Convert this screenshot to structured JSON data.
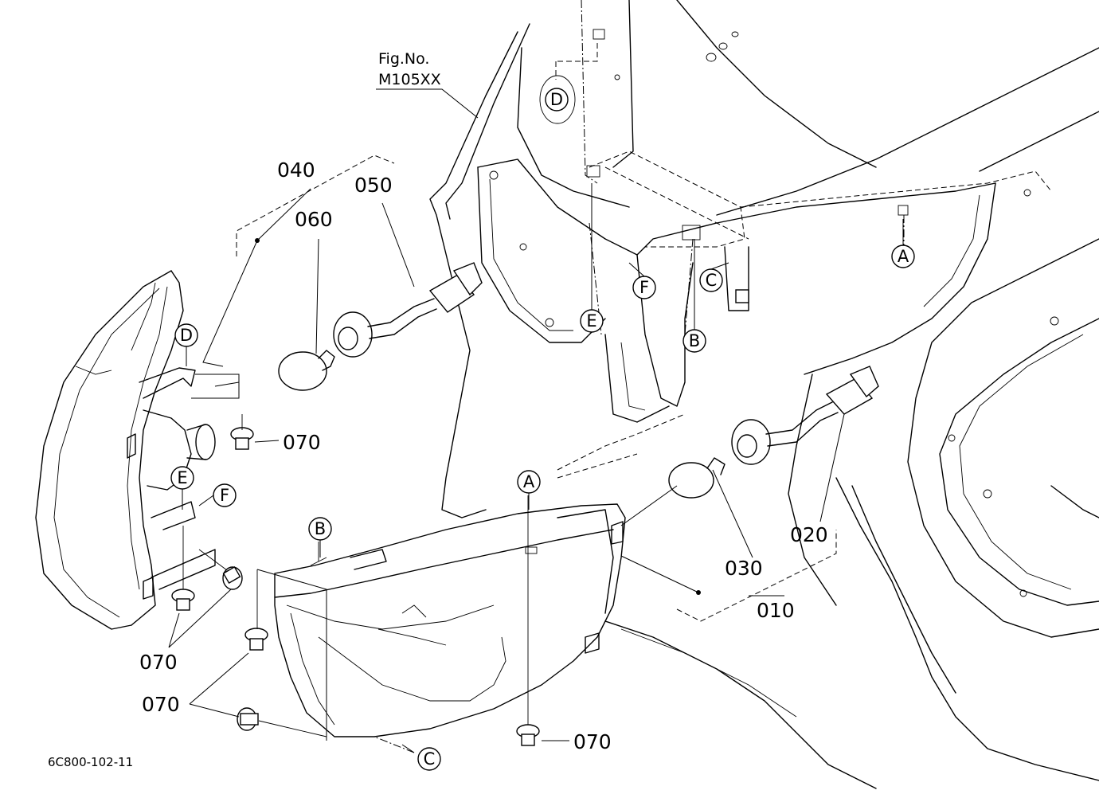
{
  "figure_ref": {
    "line1": "Fig.No.",
    "line2": "M105XX"
  },
  "drawing_code": "6C800-102-11",
  "part_numbers": {
    "p010": "010",
    "p020": "020",
    "p030": "030",
    "p040": "040",
    "p050": "050",
    "p060": "060",
    "p070": "070"
  },
  "connection_points": {
    "A": "A",
    "B": "B",
    "C": "C",
    "D": "D",
    "E": "E",
    "F": "F"
  }
}
